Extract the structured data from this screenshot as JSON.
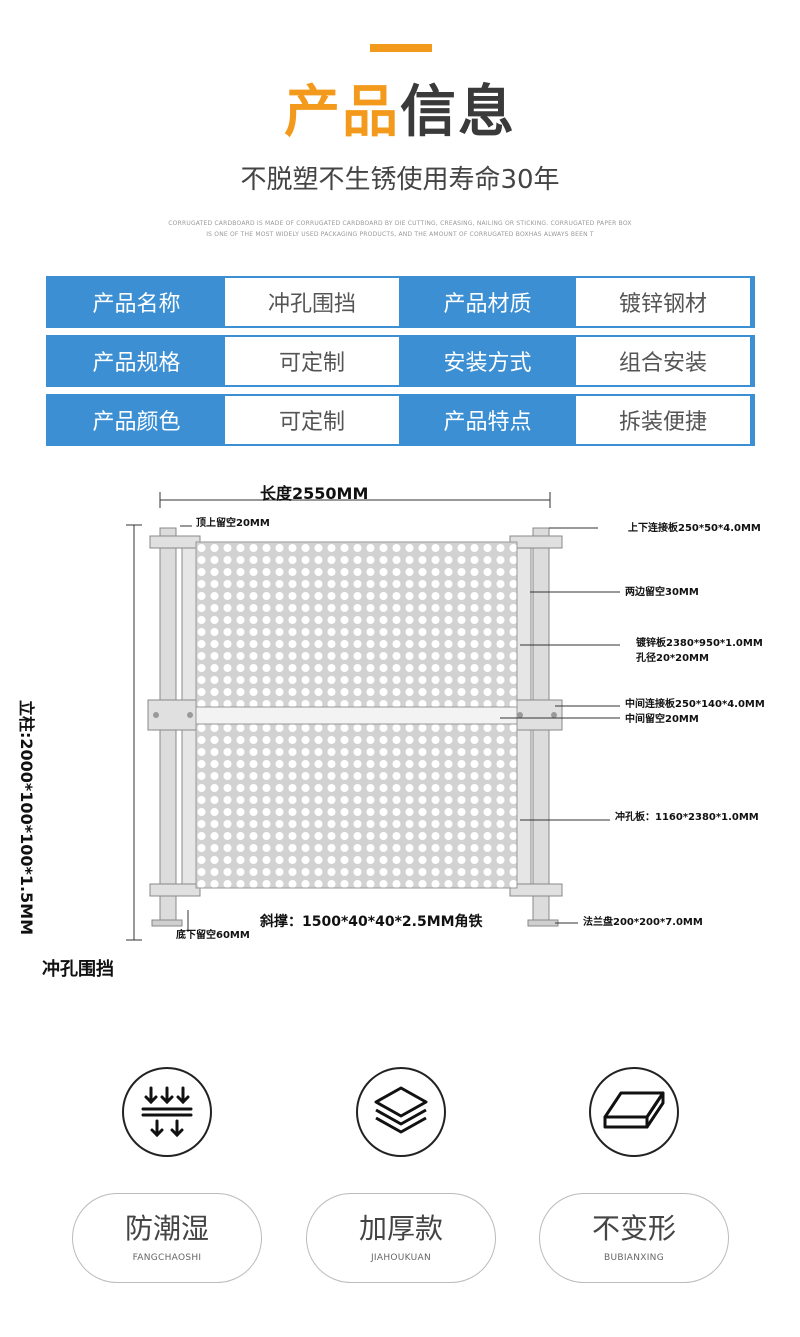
{
  "header": {
    "title_orange": "产品",
    "title_dark": "信息",
    "subtitle": "不脱塑不生锈使用寿命30年",
    "fine_print_1": "CORRUGATED CARDBOARD IS MADE OF CORRUGATED CARDBOARD BY DIE CUTTING, CREASING, NAILING OR STICKING. CORRUGATED PAPER BOX",
    "fine_print_2": "IS ONE OF THE MOST WIDELY USED PACKAGING PRODUCTS, AND THE AMOUNT OF CORRUGATED BOXHAS ALWAYS BEEN T"
  },
  "spec_table": {
    "rows": [
      [
        {
          "k": "产品名称",
          "v": "冲孔围挡"
        },
        {
          "k": "产品材质",
          "v": "镀锌钢材"
        }
      ],
      [
        {
          "k": "产品规格",
          "v": "可定制"
        },
        {
          "k": "安装方式",
          "v": "组合安装"
        }
      ],
      [
        {
          "k": "产品颜色",
          "v": "可定制"
        },
        {
          "k": "产品特点",
          "v": "拆装便捷"
        }
      ]
    ]
  },
  "diagram": {
    "length_label": "长度2550MM",
    "post_label": "立柱:2000*100*100*1.5MM",
    "top_gap": "顶上留空20MM",
    "top_plate": "上下连接板250*50*4.0MM",
    "side_gap": "两边留空30MM",
    "galv_panel_1": "镀锌板2380*950*1.0MM",
    "galv_panel_2": "孔径20*20MM",
    "middle_plate": "中间连接板250*140*4.0MM",
    "middle_gap": "中间留空20MM",
    "punch_panel": "冲孔板：1160*2380*1.0MM",
    "bottom_gap": "底下留空60MM",
    "brace": "斜撑：1500*40*40*2.5MM角铁",
    "flange": "法兰盘200*200*7.0MM"
  },
  "caption": "冲孔围挡",
  "features": [
    {
      "icon": "moisture-proof-icon",
      "cn": "防潮湿",
      "en": "FANGCHAOSHI"
    },
    {
      "icon": "layers-icon",
      "cn": "加厚款",
      "en": "JIAHOUKUAN"
    },
    {
      "icon": "plate-icon",
      "cn": "不变形",
      "en": "BUBIANXING"
    }
  ],
  "colors": {
    "accent": "#f39a1c",
    "table_blue": "#3b8fd2",
    "frame_gray": "#d6d6d6"
  }
}
